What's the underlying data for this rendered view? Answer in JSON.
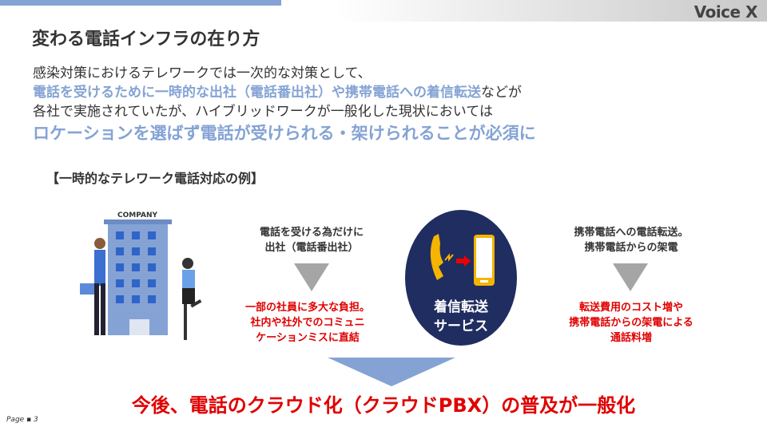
{
  "logo": "Voice X",
  "title": "変わる電話インフラの在り方",
  "body": {
    "line1": "感染対策におけるテレワークでは一次的な対策として、",
    "line2_hl": "電話を受けるために一時的な出社（電話番出社）や携帯電話への着信転送",
    "line2_rest": "などが",
    "line3": "各社で実施されていたが、ハイブリッドワークが一般化した現状においては",
    "line4": "ロケーションを選ばず電話が受けられる・架けられることが必須に"
  },
  "subtitle": "【一時的なテレワーク電話対応の例】",
  "illustration": {
    "building_label": "COMPANY"
  },
  "left": {
    "line1": "電話を受ける為だけに",
    "line2": "出社（電話番出社）",
    "issue1": "一部の社員に多大な負担。",
    "issue2": "社内や社外でのコミュニ",
    "issue3": "ケーションミスに直結"
  },
  "center": {
    "line1": "着信転送",
    "line2": "サービス"
  },
  "right": {
    "line1": "携帯電話への電話転送。",
    "line2": "携帯電話からの架電",
    "issue1": "転送費用のコスト増や",
    "issue2": "携帯電話からの架電による",
    "issue3": "通話料増"
  },
  "conclusion": "今後、電話のクラウド化（クラウドPBX）の普及が一般化",
  "page": "Page ▪ 3"
}
